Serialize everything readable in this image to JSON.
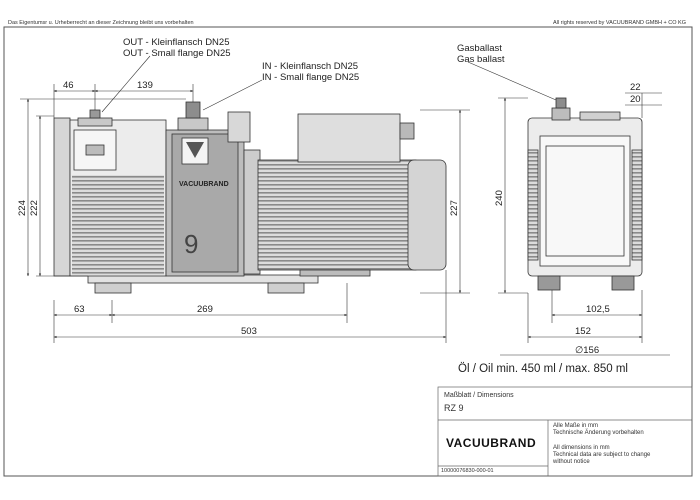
{
  "header": {
    "left_notice": "Das Eigentumsr u. Urheberrecht an dieser Zeichnung bleibt uns vorbehalten",
    "right_notice": "All rights reserved by VACUUBRAND GMBH + CO KG"
  },
  "labels": {
    "out_de": "OUT - Kleinflansch DN25",
    "out_en": "OUT - Small flange DN25",
    "in_de": "IN - Kleinflansch DN25",
    "in_en": "IN - Small flange DN25",
    "gas_de": "Gasballast",
    "gas_en": "Gas ballast",
    "pump_brand": "VACUUBRAND",
    "pump_model_number": "9"
  },
  "dimensions": {
    "d46": "46",
    "d139": "139",
    "d224": "224",
    "d222": "222",
    "d227": "227",
    "d63": "63",
    "d269": "269",
    "d503": "503",
    "d22": "22",
    "d20": "20",
    "d240": "240",
    "d102_5": "102,5",
    "d152": "152",
    "d156": "∅156"
  },
  "oil_note": "Öl / Oil  min. 450 ml / max. 850 ml",
  "title_block": {
    "sheet_title": "Maßblatt / Dimensions",
    "model": "RZ 9",
    "logo": "VACUUBRAND",
    "note_de_1": "Alle Maße in mm",
    "note_de_2": "Technische Änderung vorbehalten",
    "note_en_1": "All dimensions in mm",
    "note_en_2": "Technical data are subject to change",
    "note_en_3": "without notice",
    "doc_number": "10000076830-000-01"
  }
}
